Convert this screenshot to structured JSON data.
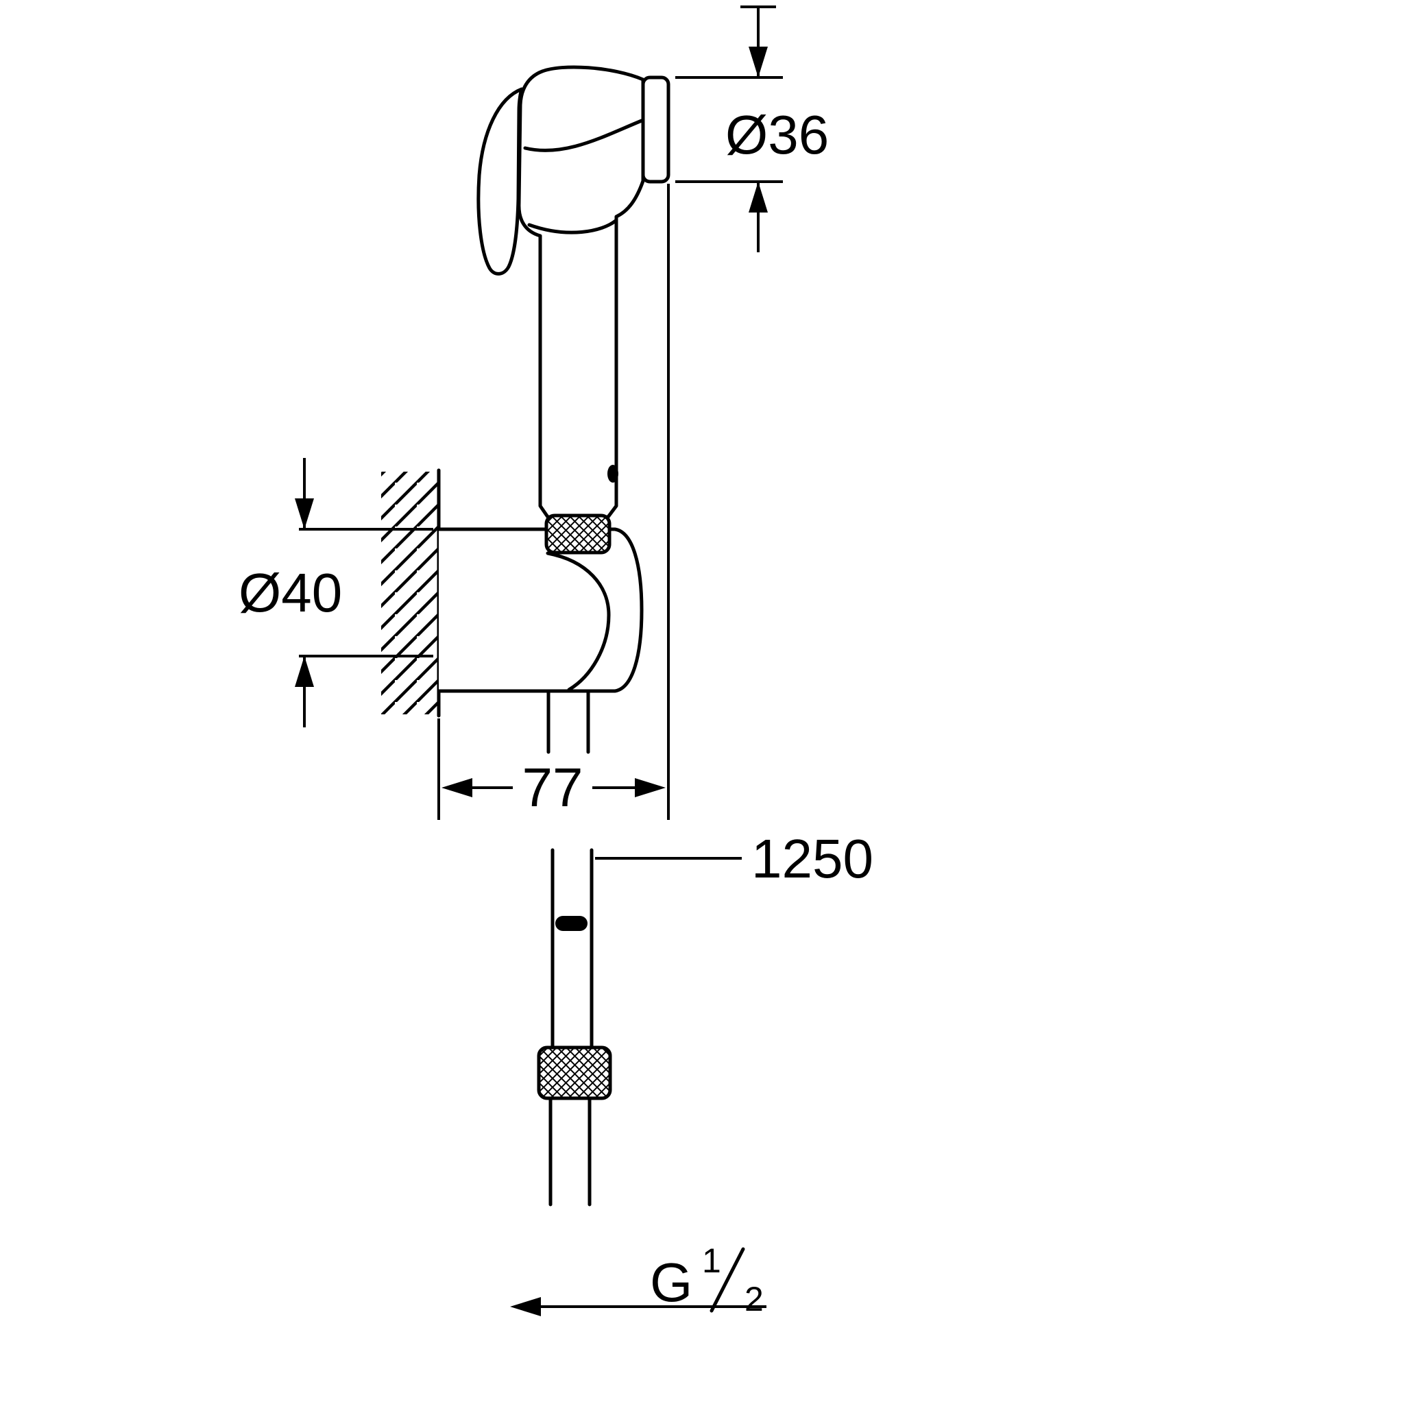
{
  "drawing": {
    "background_color": "#ffffff",
    "line_color": "#000000"
  },
  "dimensions": {
    "head_diameter": {
      "label": "Ø36",
      "value": 36
    },
    "wall_holder_diameter": {
      "label": "Ø40",
      "value": 40
    },
    "holder_projection": {
      "label": "77",
      "value": 77
    },
    "hose_length": {
      "label": "1250",
      "value": 1250
    },
    "connection_thread": {
      "label": "G 1/2",
      "prefix": "G",
      "numerator": "1",
      "denominator": "2"
    }
  }
}
